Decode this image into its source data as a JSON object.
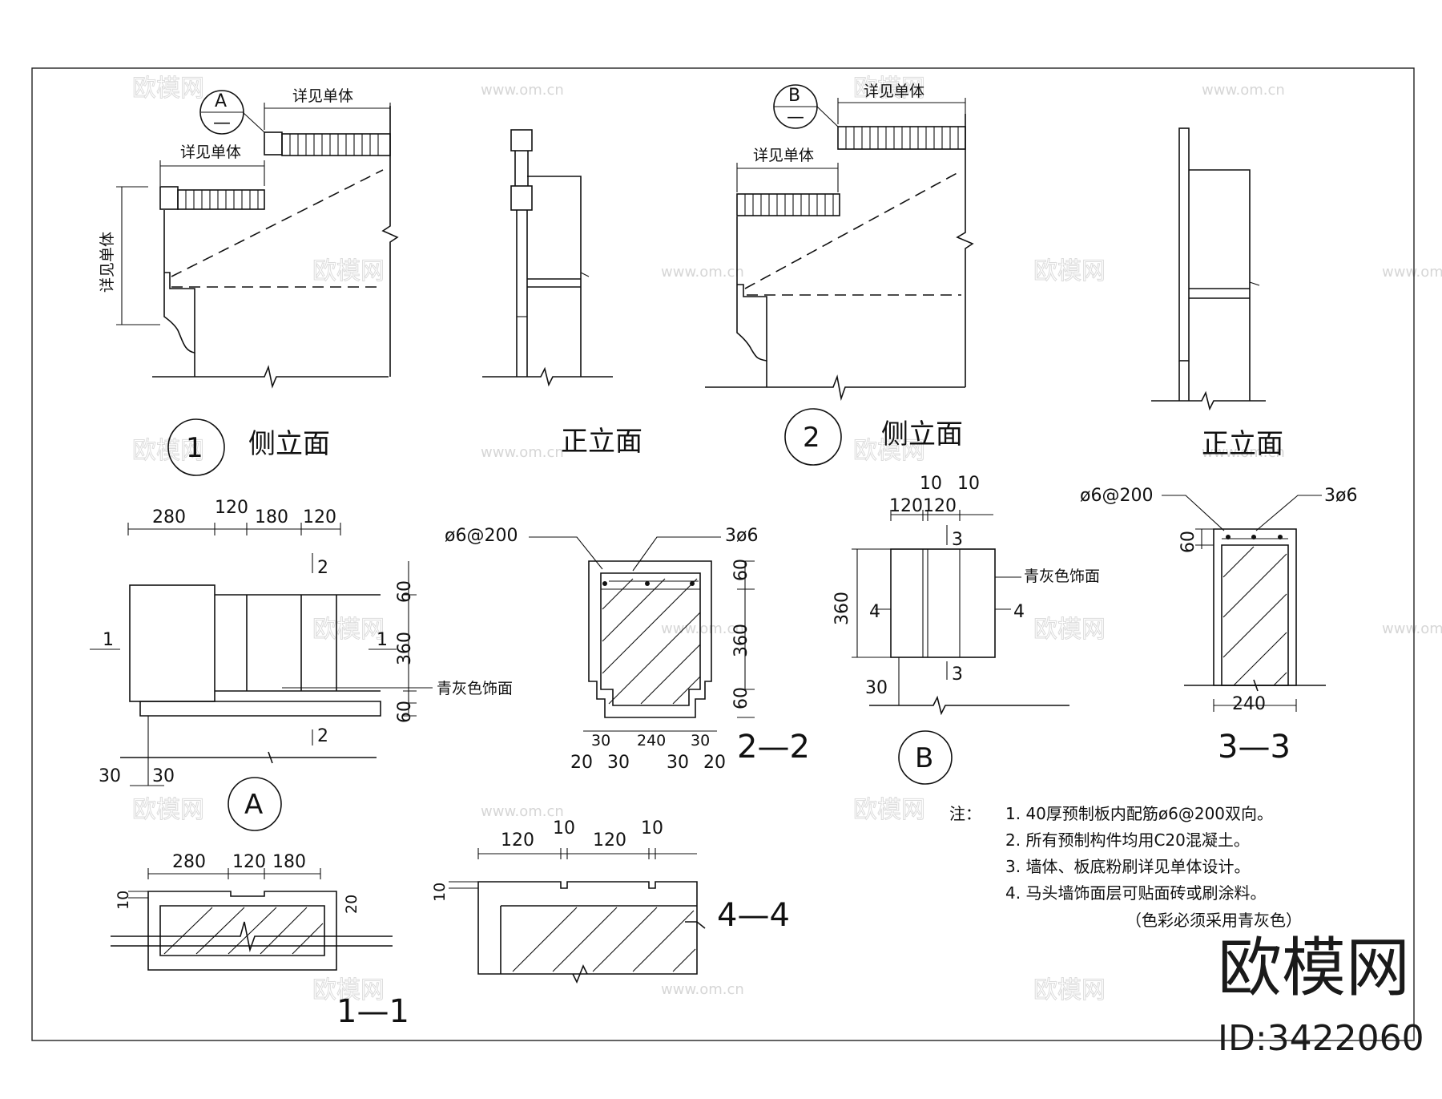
{
  "labels": {
    "detail_see_unit": "详见单体",
    "side_elevation": "侧立面",
    "front_elevation": "正立面",
    "finish_label": "青灰色饰面",
    "rebar_spacing": "ø6@200",
    "rebar_top": "3ø6",
    "note_heading": "注：",
    "note_paren": "（色彩必须采用青灰色）"
  },
  "markers": {
    "A": "A",
    "B": "B",
    "A_sub": "—",
    "B_sub": "—",
    "detail_1": "1",
    "detail_2": "2",
    "cut_1": "1",
    "cut_2": "2",
    "cut_3": "3",
    "cut_4": "4"
  },
  "sections": {
    "s11": "1—1",
    "s22": "2—2",
    "s33": "3—3",
    "s44": "4—4"
  },
  "dims": {
    "d280": "280",
    "d120": "120",
    "d180": "180",
    "d10": "10",
    "d60": "60",
    "d360": "360",
    "d30": "30",
    "d20": "20",
    "d240": "240",
    "d120120": "120120"
  },
  "notes": [
    "1.  40厚预制板内配筋ø6@200双向。",
    "2.  所有预制构件均用C20混凝土。",
    "3.  墙体、板底粉刷详见单体设计。",
    "4.  马头墙饰面层可贴面砖或刷涂料。"
  ],
  "watermark": {
    "url": "www.om.cn",
    "name": "欧模网",
    "brand": "欧模网",
    "id": "ID:3422060"
  }
}
